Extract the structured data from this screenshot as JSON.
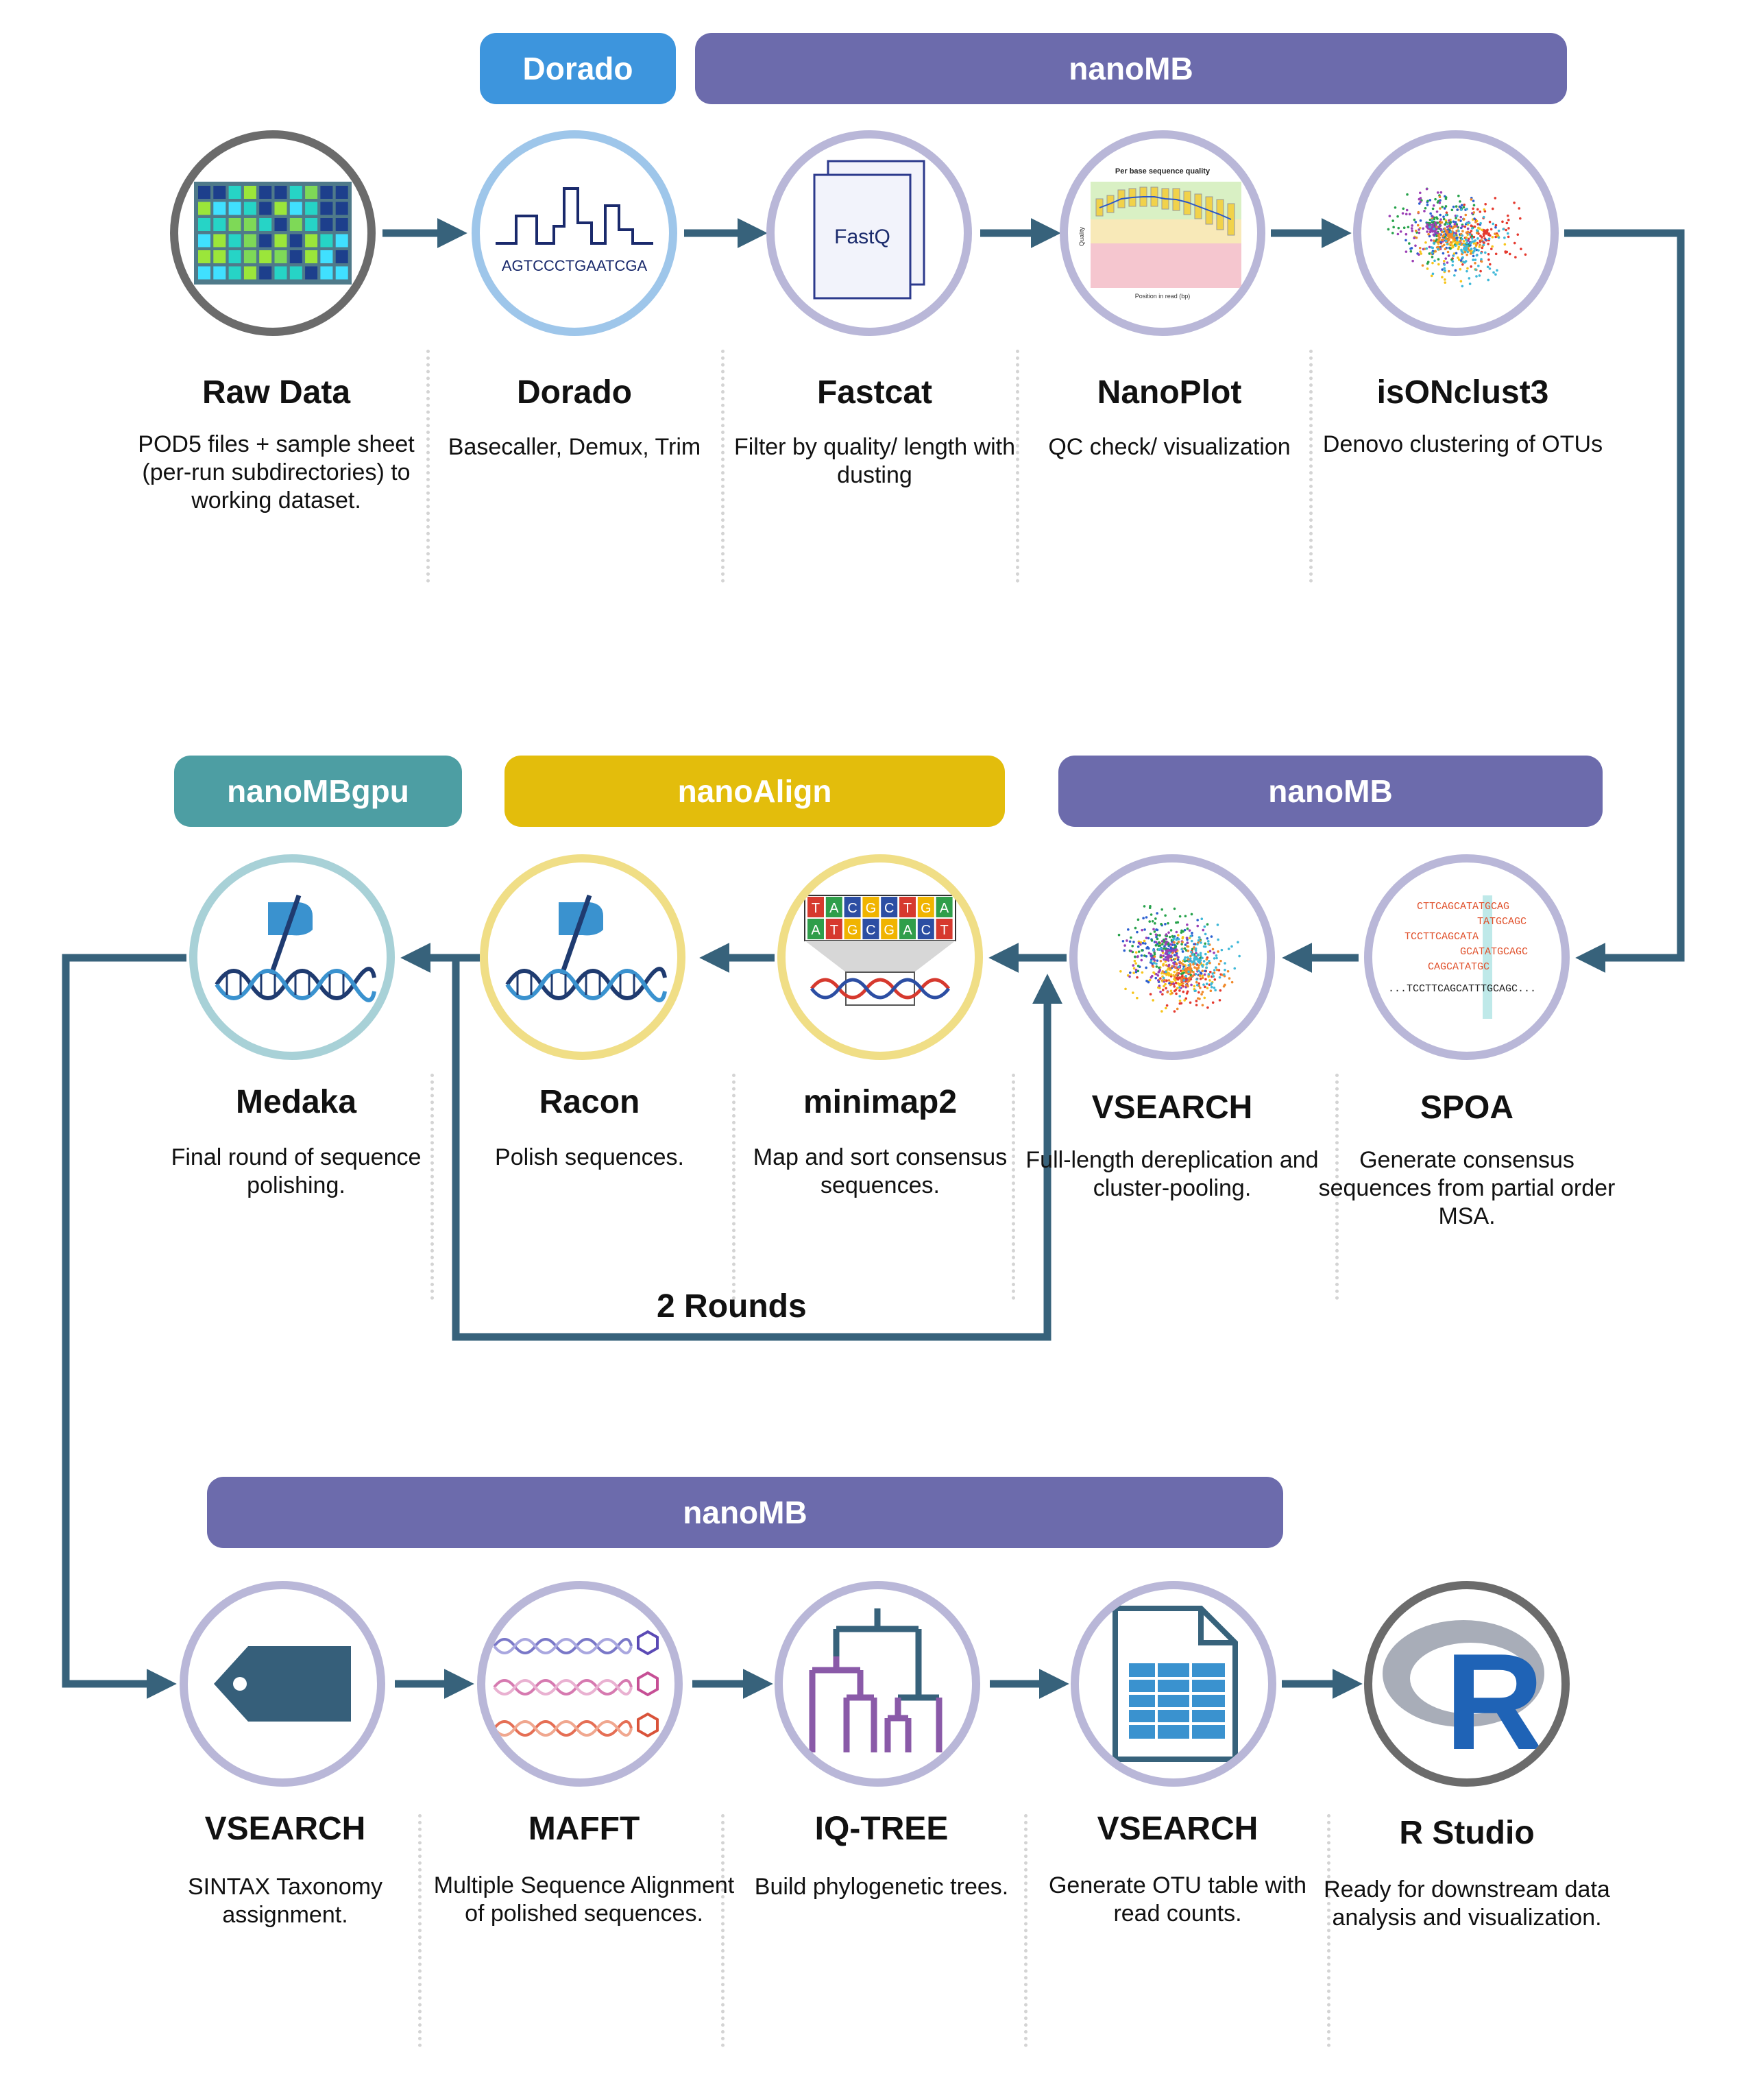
{
  "banners": {
    "dorado": "Dorado",
    "nanomb_top": "nanoMB",
    "nanombgpu": "nanoMBgpu",
    "nanoalign": "nanoAlign",
    "nanomb_mid": "nanoMB",
    "nanomb_bottom": "nanoMB"
  },
  "steps": {
    "raw_data": {
      "title": "Raw Data",
      "desc": "POD5 files + sample sheet (per-run subdirectories) to working dataset."
    },
    "dorado": {
      "title": "Dorado",
      "desc": "Basecaller, Demux, Trim"
    },
    "fastcat": {
      "title": "Fastcat",
      "desc": "Filter by quality/ length with dusting"
    },
    "nanoplot": {
      "title": "NanoPlot",
      "desc": "QC check/ visualization"
    },
    "isonclust3": {
      "title": "isONclust3",
      "desc": "Denovo clustering of OTUs"
    },
    "spoa": {
      "title": "SPOA",
      "desc": "Generate consensus sequences from partial order MSA."
    },
    "vsearch_derep": {
      "title": "VSEARCH",
      "desc": "Full-length dereplication and cluster-pooling."
    },
    "minimap2": {
      "title": "minimap2",
      "desc": "Map and sort consensus sequences."
    },
    "racon": {
      "title": "Racon",
      "desc": "Polish sequences."
    },
    "medaka": {
      "title": "Medaka",
      "desc": "Final round of sequence polishing."
    },
    "vsearch_sintax": {
      "title": "VSEARCH",
      "desc": "SINTAX Taxonomy assignment."
    },
    "mafft": {
      "title": "MAFFT",
      "desc": "Multiple Sequence Alignment of polished sequences."
    },
    "iqtree": {
      "title": "IQ-TREE",
      "desc": "Build phylogenetic trees."
    },
    "vsearch_otu": {
      "title": "VSEARCH",
      "desc": "Generate OTU table with read counts."
    },
    "rstudio": {
      "title": "R Studio",
      "desc": "Ready for downstream data analysis and visualization."
    }
  },
  "icons": {
    "dorado_seq": "AGTCCCTGAATCGA",
    "fastq_label": "FastQ",
    "nanoplot_title": "Per base sequence quality",
    "nanoplot_xlabel": "Position in read (bp)",
    "nanoplot_ylabel": "Quality",
    "minimap_top": "TACGCTGA",
    "minimap_bottom": "ATGCGACT",
    "spoa_lines": [
      "CTTCAGCATATGCAG",
      "TATGCAGC",
      "TCCTTCAGCATA",
      "GCATATGCAGC",
      "CAGCATATGC",
      "...TCCTTCAGCATTTGCAGC..."
    ],
    "r_letter": "R"
  },
  "rounds_label": "2 Rounds",
  "colors": {
    "arrow": "#37627b",
    "purple": "#6c6bac",
    "blue": "#3d95dd",
    "teal": "#4d9ea3",
    "gold": "#e3bd0c"
  }
}
